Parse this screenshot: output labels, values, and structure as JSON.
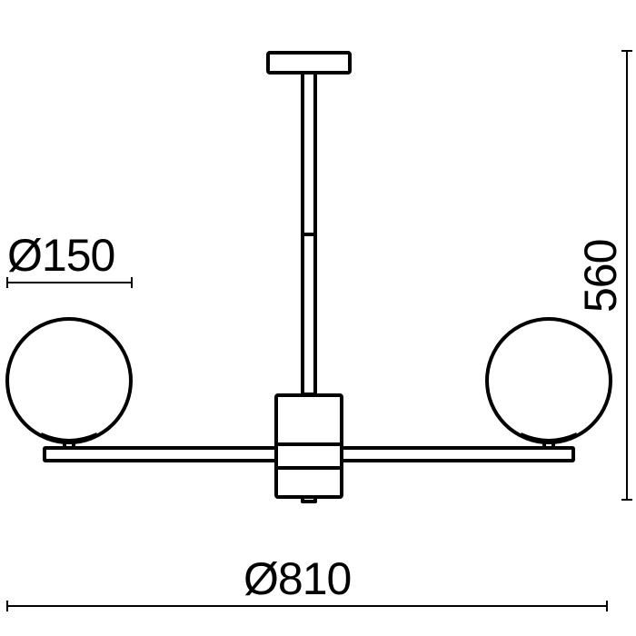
{
  "drawing": {
    "type": "pendant lamp technical drawing",
    "stroke_color": "#000000",
    "background": "#ffffff",
    "dimensions": {
      "globe_diameter": "Ø150",
      "overall_diameter": "Ø810",
      "overall_height": "560"
    },
    "components": [
      "ceiling-canopy",
      "suspension-rod",
      "central-body",
      "horizontal-arms",
      "globe-shades"
    ]
  }
}
